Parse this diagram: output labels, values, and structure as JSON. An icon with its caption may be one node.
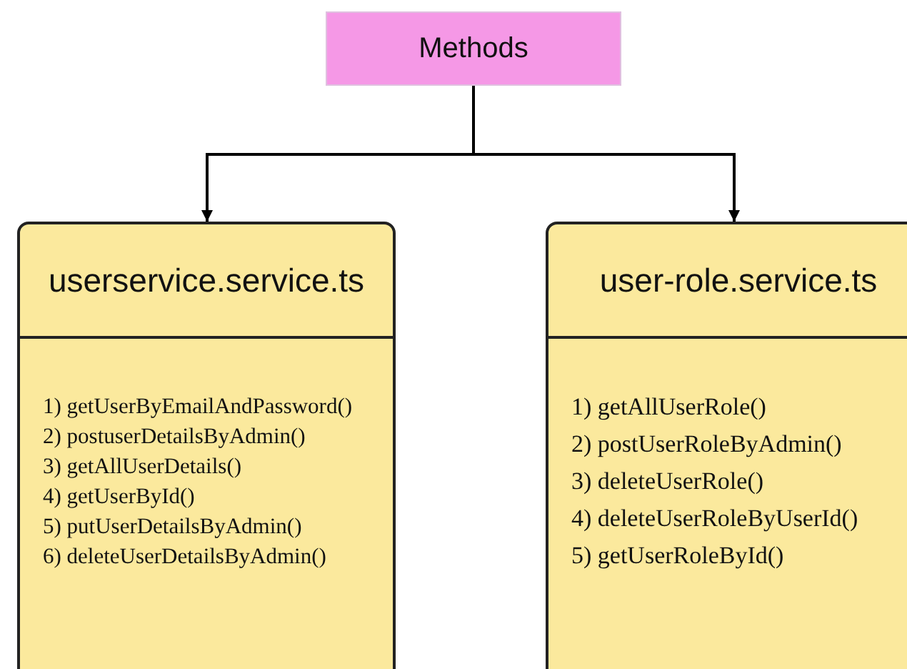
{
  "diagram": {
    "nodes": [
      {
        "text": [
          "Methods"
        ]
      },
      {
        "text": [
          "userservice.service.ts",
          "1) getUserByEmailAndPassword()",
          "2) postuserDetailsByAdmin()",
          "3) getAllUserDetails()",
          "4) getUserById()",
          "5) putUserDetailsByAdmin()",
          "6) deleteUserDetailsByAdmin()"
        ]
      },
      {
        "text": [
          "user-role.service.ts",
          "1) getAllUserRole()",
          "2) postUserRoleByAdmin()",
          "3) deleteUserRole()",
          "4) deleteUserRoleByUserId()",
          "5) getUserRoleById()"
        ]
      }
    ],
    "edges": [
      {
        "from": 0,
        "to": 1,
        "arrow": "to"
      },
      {
        "from": 0,
        "to": 2,
        "arrow": "to"
      }
    ]
  }
}
